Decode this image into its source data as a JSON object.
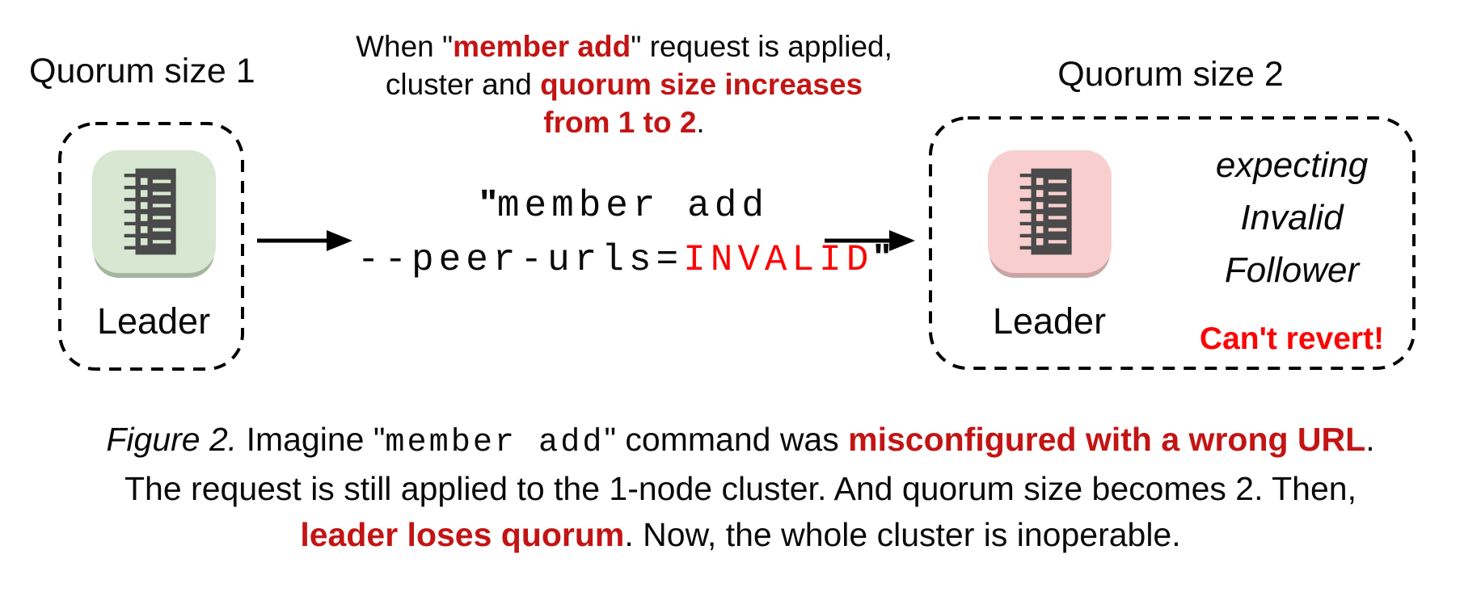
{
  "figure": {
    "colors": {
      "dark_red": "#c31414",
      "bright_red": "#fb0505",
      "node_green": "#d8e7d2",
      "node_green_shade": "#a4b59f",
      "node_pink": "#f8cfce",
      "node_pink_shade": "#c8a4a5",
      "glyph_gray": "#4a4a4a"
    },
    "left_cluster": {
      "title": "Quorum size 1",
      "node_label": "Leader"
    },
    "annotation": {
      "line1_pre": "When \"",
      "line1_red": "member add",
      "line1_post": "\" request is applied,",
      "line2_pre": "cluster and ",
      "line2_red": "quorum size increases",
      "line3_red": "from 1 to 2",
      "line3_post": "."
    },
    "command": {
      "open_quote": "\"",
      "line1": "member add",
      "line2_flag": "--peer-urls=",
      "line2_value": "INVALID",
      "close_quote": "\""
    },
    "right_cluster": {
      "title": "Quorum size 2",
      "node_label": "Leader",
      "expecting_line1": "expecting",
      "expecting_line2": "Invalid",
      "expecting_line3": "Follower",
      "warning": "Can't revert!"
    },
    "caption": {
      "figure_label": "Figure 2.",
      "seg1": " Imagine \"",
      "code": "member add",
      "seg2": "\" command was ",
      "red1": "misconfigured with a wrong URL",
      "seg3": ".",
      "line2": "The request is still applied to the 1-node cluster. And quorum size becomes 2. Then,",
      "line3_red": "leader loses quorum",
      "line3_post": ". Now, the whole cluster is inoperable."
    }
  }
}
